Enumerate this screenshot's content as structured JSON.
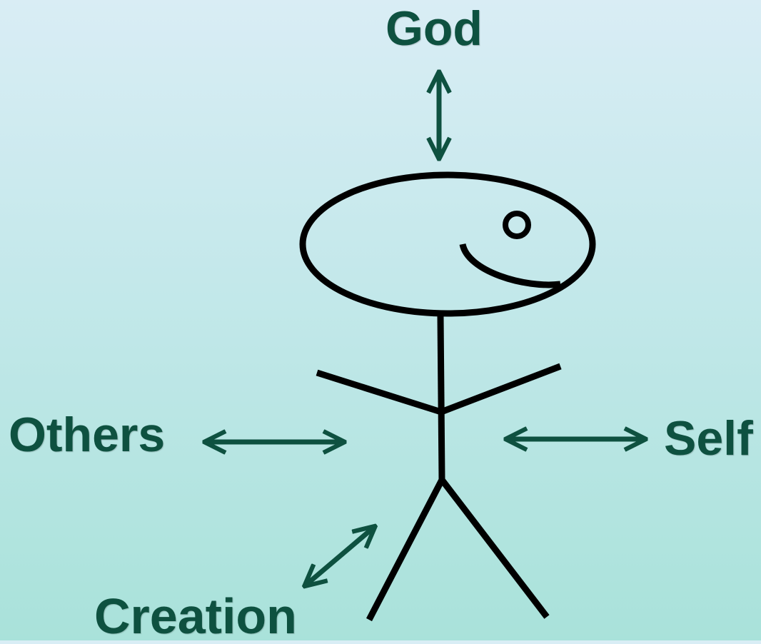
{
  "labels": {
    "god": "God",
    "others": "Others",
    "self": "Self",
    "creation": "Creation"
  },
  "colors": {
    "label": "#0e5140",
    "arrow": "#0e5140",
    "figure": "#000000",
    "background_top": "#d9edf5",
    "background_bottom": "#a9e2da"
  },
  "figure": {
    "name": "stick-figure"
  }
}
